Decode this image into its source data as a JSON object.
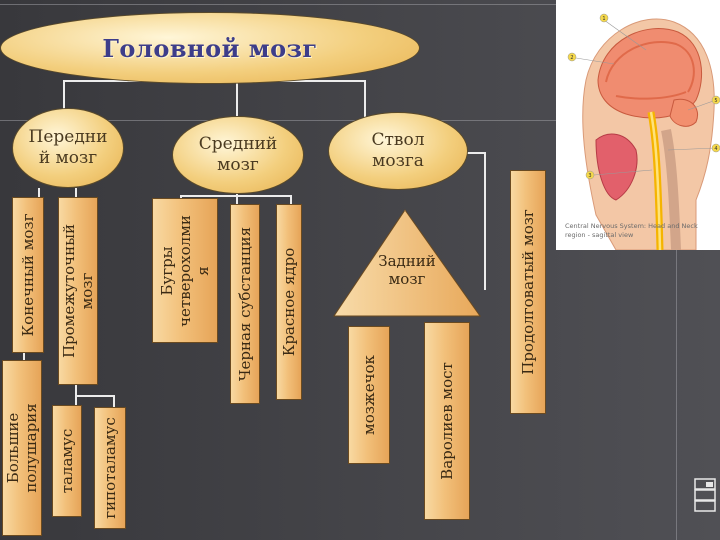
{
  "title": "Головной мозг",
  "nodes": {
    "forebrain": "Передни\nй мозг",
    "midbrain": "Средний\nмозг",
    "brainstem": "Ствол\nмозга",
    "hindbrain": "Задний\nмозг"
  },
  "boxes": {
    "telencephalon": "Конечный мозг",
    "diencephalon": "Промежуточный\nмозг",
    "hemispheres": "Большие\nполушария",
    "thalamus": "таламус",
    "hypothalamus": "гипоталамус",
    "colliculi": "Бугры\nчетверохолми\nя",
    "substantia_nigra": "Черная субстанция",
    "red_nucleus": "Красное ядро",
    "cerebellum": "мозжечок",
    "pons": "Варолиев мост",
    "medulla": "Продолговатый мозг"
  },
  "figure": {
    "caption": "Central Nervous System: Head and Neck region - sagittal view",
    "callouts": [
      "1",
      "2",
      "3",
      "4",
      "5"
    ]
  },
  "colors": {
    "background": "#3b3b3f",
    "box_fill": "#f2c07a",
    "title_text": "#3d3d8a",
    "connector": "#ececec"
  }
}
